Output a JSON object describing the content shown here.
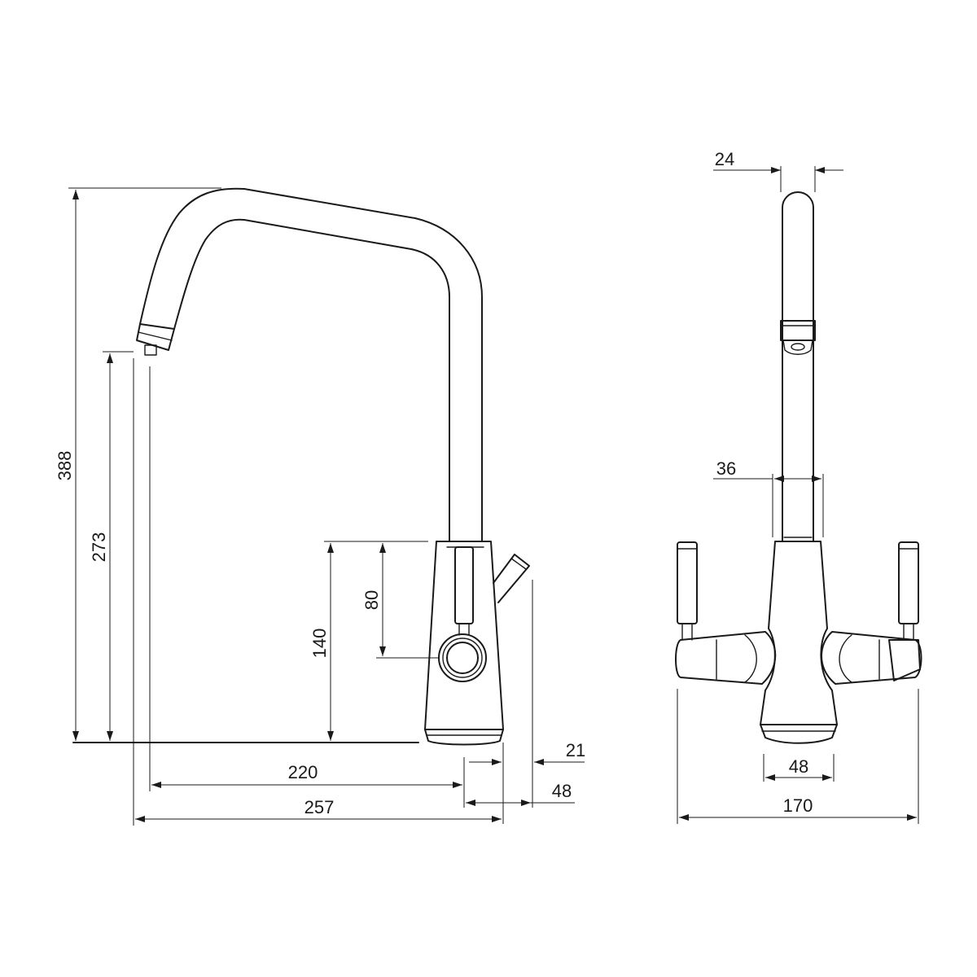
{
  "side_view": {
    "labels": {
      "total_height": "388",
      "spout_outlet_height": "273",
      "body_height": "140",
      "lever_height": "80",
      "spout_reach": "220",
      "overall_depth": "257",
      "body_to_lever": "21",
      "lever_projection": "48"
    }
  },
  "front_view": {
    "labels": {
      "spout_outlet_width": "24",
      "spout_tube_width": "36",
      "base_width": "48",
      "overall_width": "170"
    }
  }
}
